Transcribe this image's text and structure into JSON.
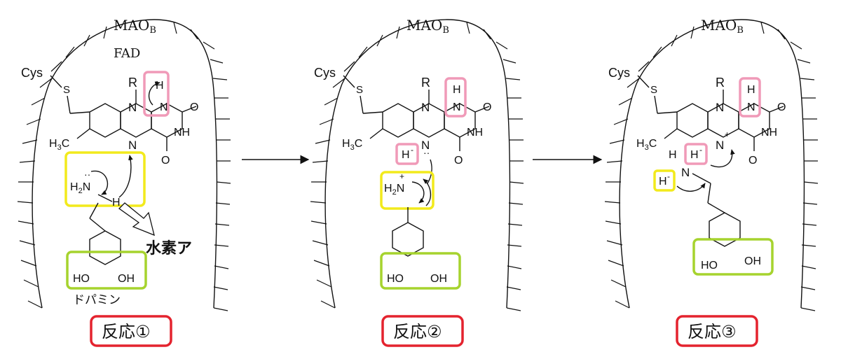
{
  "enzyme": {
    "label_main": "MAO",
    "label_sub": "B"
  },
  "cofactor": {
    "label": "FAD"
  },
  "residue": {
    "cys": "Cys",
    "s": "S"
  },
  "atoms": {
    "R": "R",
    "N": "N",
    "H": "H",
    "O": "O",
    "NH": "NH",
    "HO": "HO",
    "OH": "OH",
    "H3C_main": "H",
    "H3C_sub": "3",
    "H3C_tail": "C",
    "H2N_main": "H",
    "H2N_sub": "2",
    "H2N_tail": "N",
    "plus": "+",
    "minus": "-",
    "dots": "··"
  },
  "annotations": {
    "hydrogen_arrow_text": "水素ア",
    "substrate_name": "ドパミン"
  },
  "reactions": [
    {
      "label": "反応①"
    },
    {
      "label": "反応②"
    },
    {
      "label": "反応③"
    }
  ],
  "colors": {
    "highlight_pink": "#f09ab8",
    "highlight_yellow": "#f2ea1c",
    "highlight_green": "#a6d32e",
    "label_border_red": "#e4232e",
    "ink": "#111111"
  }
}
